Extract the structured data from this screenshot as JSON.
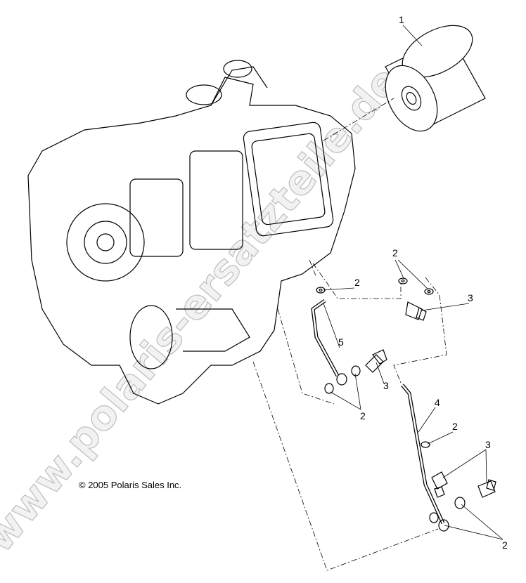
{
  "diagram": {
    "callouts": [
      {
        "id": "c1",
        "label": "1"
      },
      {
        "id": "c2a",
        "label": "2"
      },
      {
        "id": "c2b",
        "label": "2"
      },
      {
        "id": "c3a",
        "label": "3"
      },
      {
        "id": "c5",
        "label": "5"
      },
      {
        "id": "c3b",
        "label": "3"
      },
      {
        "id": "c2c",
        "label": "2"
      },
      {
        "id": "c4",
        "label": "4"
      },
      {
        "id": "c2d",
        "label": "2"
      },
      {
        "id": "c3c",
        "label": "3"
      },
      {
        "id": "c2e",
        "label": "2"
      }
    ],
    "copyright": "© 2005 Polaris Sales Inc.",
    "watermark": "www.polaris-ersatzteile.de"
  }
}
